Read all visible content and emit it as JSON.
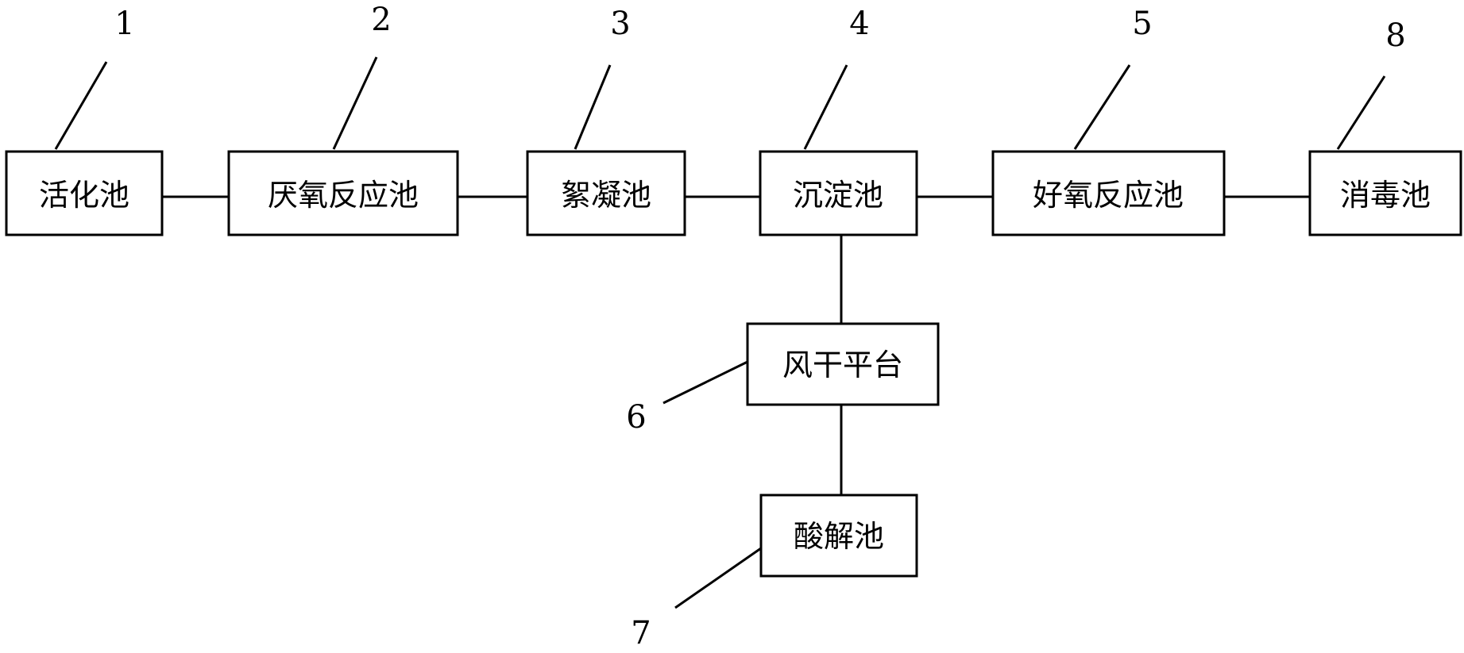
{
  "nodes": [
    {
      "id": "activation-tank",
      "label": "活化池",
      "ref": "1"
    },
    {
      "id": "anaerobic-tank",
      "label": "厌氧反应池",
      "ref": "2"
    },
    {
      "id": "flocculation-tank",
      "label": "絮凝池",
      "ref": "3"
    },
    {
      "id": "sedimentation-tank",
      "label": "沉淀池",
      "ref": "4"
    },
    {
      "id": "aerobic-tank",
      "label": "好氧反应池",
      "ref": "5"
    },
    {
      "id": "disinfection-tank",
      "label": "消毒池",
      "ref": "8"
    },
    {
      "id": "air-dry-platform",
      "label": "风干平台",
      "ref": "6"
    },
    {
      "id": "acid-hydrolysis-tank",
      "label": "酸解池",
      "ref": "7"
    }
  ],
  "edges": [
    {
      "from": "activation-tank",
      "to": "anaerobic-tank"
    },
    {
      "from": "anaerobic-tank",
      "to": "flocculation-tank"
    },
    {
      "from": "flocculation-tank",
      "to": "sedimentation-tank"
    },
    {
      "from": "sedimentation-tank",
      "to": "aerobic-tank"
    },
    {
      "from": "aerobic-tank",
      "to": "disinfection-tank"
    },
    {
      "from": "sedimentation-tank",
      "to": "air-dry-platform"
    },
    {
      "from": "air-dry-platform",
      "to": "acid-hydrolysis-tank"
    }
  ],
  "colors": {
    "line": "#000000",
    "background": "#ffffff"
  }
}
